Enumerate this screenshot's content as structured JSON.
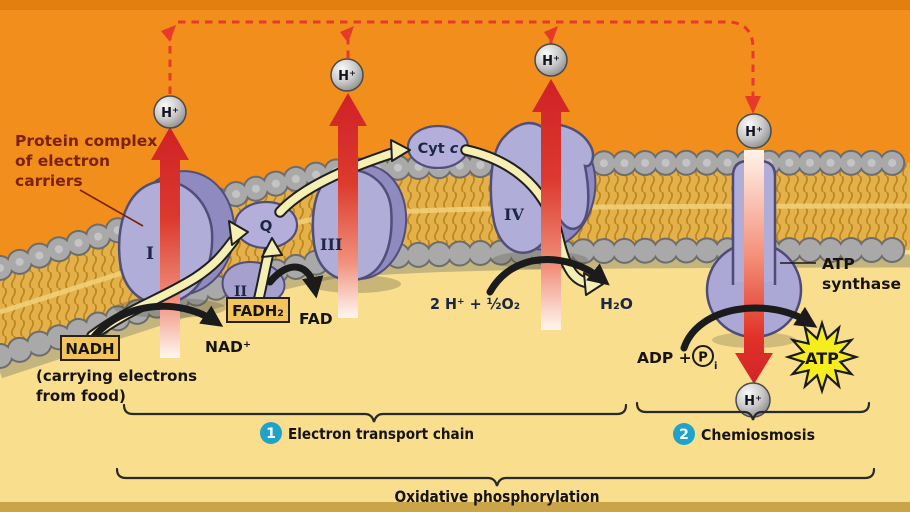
{
  "title": "Electron transport chain and chemiosmosis diagram",
  "colors": {
    "intermembrane_space_orange": "#F28F1C",
    "matrix_yellow": "#F8DE8D",
    "membrane_gold": "#E4B04A",
    "lipid_head_gray": "#A9A9A9",
    "protein_lavender": "#B1ADD9",
    "pump_arrow_red": "#D2242A",
    "dashed_route_red": "#E73A2B",
    "electron_path_yellow": "#F6EFB4",
    "atp_burst_yellow": "#F6ED1E",
    "step_badge_teal": "#1FA3C8",
    "label_box_tan": "#F2C55C"
  },
  "labels": {
    "h_plus": "H⁺",
    "protein_complex_note": {
      "line1": "Protein complex",
      "line2": "of electron",
      "line3": "carriers"
    },
    "complexes": {
      "i": "I",
      "ii": "II",
      "iii": "III",
      "iv": "IV"
    },
    "q": "Q",
    "cyt_prefix": "Cyt ",
    "cyt_c": "c",
    "nadh": "NADH",
    "nadh_note": {
      "line1": "(carrying electrons",
      "line2": "from food)"
    },
    "nad_plus": "NAD⁺",
    "fadh2": "FADH₂",
    "fad": "FAD",
    "oxygen_in": "2 H⁺ + ½O₂",
    "water_out": "H₂O",
    "atp_synthase": {
      "line1": "ATP",
      "line2": "synthase"
    },
    "adp_prefix": "ADP + ",
    "phosphate_p": "P",
    "phosphate_sub": "i",
    "atp": "ATP",
    "steps": {
      "one_num": "1",
      "one": "Electron transport chain",
      "two_num": "2",
      "two": "Chemiosmosis"
    },
    "footer": "Oxidative phosphorylation"
  }
}
